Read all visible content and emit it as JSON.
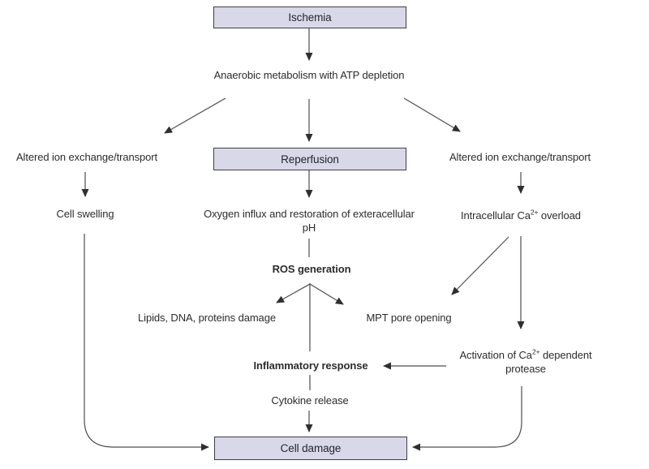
{
  "diagram": {
    "nodes": {
      "ischemia": "Ischemia",
      "anaerobic": "Anaerobic metabolism with ATP depletion",
      "altered_ion_left": "Altered ion exchange/transport",
      "reperfusion": "Reperfusion",
      "altered_ion_right": "Altered ion exchange/transport",
      "cell_swelling": "Cell swelling",
      "oxygen_line1": "Oxygen influx and restoration of exteracellular",
      "oxygen_line2": "pH",
      "intracellular_pre": "Intracellular Ca",
      "intracellular_sup": "2+",
      "intracellular_post": " overload",
      "ros": "ROS generation",
      "lipids": "Lipids, DNA, proteins damage",
      "mpt": "MPT pore opening",
      "inflammatory": "Inflammatory response",
      "activation_pre": "Activation of Ca",
      "activation_sup": "2+",
      "activation_post": " dependent protease",
      "cytokine": "Cytokine release",
      "cell_damage": "Cell damage"
    },
    "colors": {
      "box_fill": "#d8d8e8",
      "box_border": "#3e3e48",
      "line": "#4d4d4d",
      "arrowhead": "#2f2f2f",
      "text": "#2c2c2c",
      "background": "#ffffff"
    }
  }
}
